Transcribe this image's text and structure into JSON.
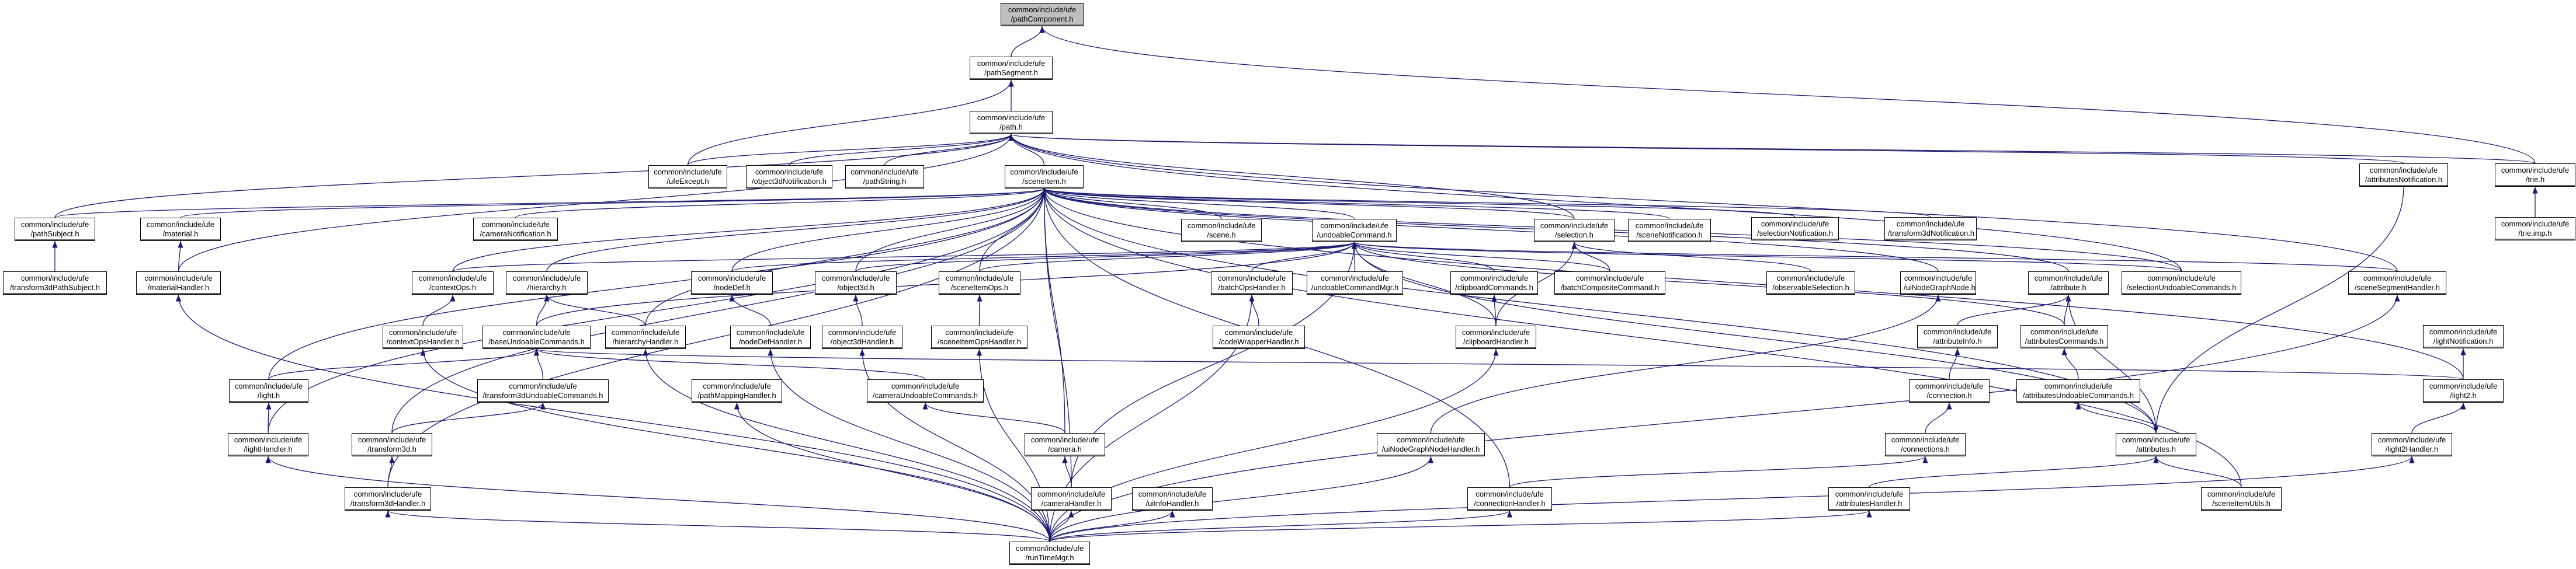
{
  "diagram": {
    "prefix": "common/include/ufe",
    "edge_color": "#191970",
    "root_fill": "#bfbfbf",
    "nodes": [
      {
        "id": "pathComponent",
        "file": "/pathComponent.h",
        "root": true
      },
      {
        "id": "pathSegment",
        "file": "/pathSegment.h"
      },
      {
        "id": "path",
        "file": "/path.h"
      },
      {
        "id": "ufeExcept",
        "file": "/ufeExcept.h"
      },
      {
        "id": "object3dNotification",
        "file": "/object3dNotification.h"
      },
      {
        "id": "pathString",
        "file": "/pathString.h"
      },
      {
        "id": "sceneItem",
        "file": "/sceneItem.h"
      },
      {
        "id": "attributesNotification",
        "file": "/attributesNotification.h"
      },
      {
        "id": "trie",
        "file": "/trie.h"
      },
      {
        "id": "trieImp",
        "file": "/trie.imp.h"
      },
      {
        "id": "pathSubject",
        "file": "/pathSubject.h"
      },
      {
        "id": "material",
        "file": "/material.h"
      },
      {
        "id": "cameraNotification",
        "file": "/cameraNotification.h"
      },
      {
        "id": "scene",
        "file": "/scene.h"
      },
      {
        "id": "undoableCommand",
        "file": "/undoableCommand.h"
      },
      {
        "id": "selection",
        "file": "/selection.h"
      },
      {
        "id": "sceneNotification",
        "file": "/sceneNotification.h"
      },
      {
        "id": "selectionNotification",
        "file": "/selectionNotification.h"
      },
      {
        "id": "transform3dNotification",
        "file": "/transform3dNotification.h"
      },
      {
        "id": "transform3dPathSubject",
        "file": "/transform3dPathSubject.h"
      },
      {
        "id": "materialHandler",
        "file": "/materialHandler.h"
      },
      {
        "id": "contextOps",
        "file": "/contextOps.h"
      },
      {
        "id": "hierarchy",
        "file": "/hierarchy.h"
      },
      {
        "id": "nodeDef",
        "file": "/nodeDef.h"
      },
      {
        "id": "object3d",
        "file": "/object3d.h"
      },
      {
        "id": "sceneItemOps",
        "file": "/sceneItemOps.h"
      },
      {
        "id": "batchOpsHandler",
        "file": "/batchOpsHandler.h"
      },
      {
        "id": "undoableCommandMgr",
        "file": "/undoableCommandMgr.h"
      },
      {
        "id": "clipboardCommands",
        "file": "/clipboardCommands.h"
      },
      {
        "id": "batchCompositeCommand",
        "file": "/batchCompositeCommand.h"
      },
      {
        "id": "observableSelection",
        "file": "/observableSelection.h"
      },
      {
        "id": "uiNodeGraphNode",
        "file": "/uiNodeGraphNode.h"
      },
      {
        "id": "attribute",
        "file": "/attribute.h"
      },
      {
        "id": "selectionUndoableCommands",
        "file": "/selectionUndoableCommands.h"
      },
      {
        "id": "sceneSegmentHandler",
        "file": "/sceneSegmentHandler.h"
      },
      {
        "id": "contextOpsHandler",
        "file": "/contextOpsHandler.h"
      },
      {
        "id": "baseUndoableCommands",
        "file": "/baseUndoableCommands.h"
      },
      {
        "id": "hierarchyHandler",
        "file": "/hierarchyHandler.h"
      },
      {
        "id": "nodeDefHandler",
        "file": "/nodeDefHandler.h"
      },
      {
        "id": "object3dHandler",
        "file": "/object3dHandler.h"
      },
      {
        "id": "sceneItemOpsHandler",
        "file": "/sceneItemOpsHandler.h"
      },
      {
        "id": "codeWrapperHandler",
        "file": "/codeWrapperHandler.h"
      },
      {
        "id": "clipboardHandler",
        "file": "/clipboardHandler.h"
      },
      {
        "id": "attributeInfo",
        "file": "/attributeInfo.h"
      },
      {
        "id": "attributesCommands",
        "file": "/attributesCommands.h"
      },
      {
        "id": "lightNotification",
        "file": "/lightNotification.h"
      },
      {
        "id": "light",
        "file": "/light.h"
      },
      {
        "id": "transform3dUndoableCommands",
        "file": "/transform3dUndoableCommands.h"
      },
      {
        "id": "pathMappingHandler",
        "file": "/pathMappingHandler.h"
      },
      {
        "id": "cameraUndoableCommands",
        "file": "/cameraUndoableCommands.h"
      },
      {
        "id": "connection",
        "file": "/connection.h"
      },
      {
        "id": "attributesUndoableCommands",
        "file": "/attributesUndoableCommands.h"
      },
      {
        "id": "light2",
        "file": "/light2.h"
      },
      {
        "id": "lightHandler",
        "file": "/lightHandler.h"
      },
      {
        "id": "transform3d",
        "file": "/transform3d.h"
      },
      {
        "id": "camera",
        "file": "/camera.h"
      },
      {
        "id": "connections",
        "file": "/connections.h"
      },
      {
        "id": "attributes",
        "file": "/attributes.h"
      },
      {
        "id": "light2Handler",
        "file": "/light2Handler.h"
      },
      {
        "id": "transform3dHandler",
        "file": "/transform3dHandler.h"
      },
      {
        "id": "cameraHandler",
        "file": "/cameraHandler.h"
      },
      {
        "id": "uiInfoHandler",
        "file": "/uiInfoHandler.h"
      },
      {
        "id": "uiNodeGraphNodeHandler",
        "file": "/uiNodeGraphNodeHandler.h"
      },
      {
        "id": "connectionHandler",
        "file": "/connectionHandler.h"
      },
      {
        "id": "attributesHandler",
        "file": "/attributesHandler.h"
      },
      {
        "id": "sceneItemUtils",
        "file": "/sceneItemUtils.h"
      },
      {
        "id": "runTimeMgr",
        "file": "/runTimeMgr.h"
      }
    ],
    "edges": [
      [
        "pathSegment",
        "pathComponent"
      ],
      [
        "trie",
        "pathComponent"
      ],
      [
        "path",
        "pathSegment"
      ],
      [
        "ufeExcept",
        "pathSegment"
      ],
      [
        "ufeExcept",
        "path"
      ],
      [
        "object3dNotification",
        "path"
      ],
      [
        "pathString",
        "path"
      ],
      [
        "sceneItem",
        "path"
      ],
      [
        "attributesNotification",
        "path"
      ],
      [
        "trie",
        "path"
      ],
      [
        "pathSubject",
        "path"
      ],
      [
        "materialHandler",
        "path"
      ],
      [
        "selection",
        "path"
      ],
      [
        "sceneSegmentHandler",
        "path"
      ],
      [
        "selectionUndoableCommands",
        "path"
      ],
      [
        "trieImp",
        "trie"
      ],
      [
        "pathSubject",
        "sceneItem"
      ],
      [
        "material",
        "sceneItem"
      ],
      [
        "cameraNotification",
        "sceneItem"
      ],
      [
        "scene",
        "sceneItem"
      ],
      [
        "undoableCommand",
        "sceneItem"
      ],
      [
        "selection",
        "sceneItem"
      ],
      [
        "sceneNotification",
        "sceneItem"
      ],
      [
        "selectionNotification",
        "sceneItem"
      ],
      [
        "transform3dNotification",
        "sceneItem"
      ],
      [
        "contextOps",
        "sceneItem"
      ],
      [
        "hierarchy",
        "sceneItem"
      ],
      [
        "nodeDef",
        "sceneItem"
      ],
      [
        "object3d",
        "sceneItem"
      ],
      [
        "sceneItemOps",
        "sceneItem"
      ],
      [
        "uiNodeGraphNode",
        "sceneItem"
      ],
      [
        "attribute",
        "sceneItem"
      ],
      [
        "selectionUndoableCommands",
        "sceneItem"
      ],
      [
        "light",
        "sceneItem"
      ],
      [
        "camera",
        "sceneItem"
      ],
      [
        "transform3d",
        "sceneItem"
      ],
      [
        "attributes",
        "sceneItem"
      ],
      [
        "light2",
        "sceneItem"
      ],
      [
        "lightHandler",
        "sceneItem"
      ],
      [
        "cameraHandler",
        "sceneItem"
      ],
      [
        "sceneItemUtils",
        "sceneItem"
      ],
      [
        "transform3dHandler",
        "sceneItem"
      ],
      [
        "hierarchyHandler",
        "sceneItem"
      ],
      [
        "connectionHandler",
        "sceneItem"
      ],
      [
        "transform3dPathSubject",
        "pathSubject"
      ],
      [
        "materialHandler",
        "material"
      ],
      [
        "batchOpsHandler",
        "undoableCommand"
      ],
      [
        "undoableCommandMgr",
        "undoableCommand"
      ],
      [
        "clipboardCommands",
        "undoableCommand"
      ],
      [
        "batchCompositeCommand",
        "undoableCommand"
      ],
      [
        "contextOps",
        "undoableCommand"
      ],
      [
        "nodeDef",
        "undoableCommand"
      ],
      [
        "object3d",
        "undoableCommand"
      ],
      [
        "sceneItemOps",
        "undoableCommand"
      ],
      [
        "baseUndoableCommands",
        "undoableCommand"
      ],
      [
        "attributesCommands",
        "undoableCommand"
      ],
      [
        "selectionUndoableCommands",
        "undoableCommand"
      ],
      [
        "clipboardHandler",
        "undoableCommand"
      ],
      [
        "sceneSegmentHandler",
        "undoableCommand"
      ],
      [
        "attributes",
        "undoableCommand"
      ],
      [
        "cameraHandler",
        "undoableCommand"
      ],
      [
        "batchCompositeCommand",
        "selection"
      ],
      [
        "observableSelection",
        "selection"
      ],
      [
        "clipboardHandler",
        "selection"
      ],
      [
        "contextOpsHandler",
        "contextOps"
      ],
      [
        "hierarchyHandler",
        "hierarchy"
      ],
      [
        "baseUndoableCommands",
        "hierarchy"
      ],
      [
        "nodeDefHandler",
        "nodeDef"
      ],
      [
        "object3dHandler",
        "object3d"
      ],
      [
        "sceneItemOpsHandler",
        "sceneItemOps"
      ],
      [
        "codeWrapperHandler",
        "batchOpsHandler"
      ],
      [
        "runTimeMgr",
        "batchOpsHandler"
      ],
      [
        "clipboardHandler",
        "clipboardCommands"
      ],
      [
        "attributeInfo",
        "attribute"
      ],
      [
        "attributesCommands",
        "attribute"
      ],
      [
        "attributes",
        "attribute"
      ],
      [
        "attributesUndoableCommands",
        "attributesCommands"
      ],
      [
        "light",
        "baseUndoableCommands"
      ],
      [
        "transform3dUndoableCommands",
        "baseUndoableCommands"
      ],
      [
        "cameraUndoableCommands",
        "baseUndoableCommands"
      ],
      [
        "light2",
        "baseUndoableCommands"
      ],
      [
        "connection",
        "attributeInfo"
      ],
      [
        "light2",
        "lightNotification"
      ],
      [
        "lightHandler",
        "light"
      ],
      [
        "transform3d",
        "transform3dUndoableCommands"
      ],
      [
        "camera",
        "cameraUndoableCommands"
      ],
      [
        "connections",
        "connection"
      ],
      [
        "attributes",
        "attributesUndoableCommands"
      ],
      [
        "light2Handler",
        "light2"
      ],
      [
        "transform3dHandler",
        "transform3d"
      ],
      [
        "cameraHandler",
        "camera"
      ],
      [
        "connectionHandler",
        "connections"
      ],
      [
        "attributesHandler",
        "attributes"
      ],
      [
        "sceneItemUtils",
        "attributes"
      ],
      [
        "attributesNotification",
        "attributes"
      ],
      [
        "uiNodeGraphNodeHandler",
        "uiNodeGraphNode"
      ],
      [
        "runTimeMgr",
        "materialHandler"
      ],
      [
        "runTimeMgr",
        "lightHandler"
      ],
      [
        "runTimeMgr",
        "transform3dHandler"
      ],
      [
        "runTimeMgr",
        "contextOpsHandler"
      ],
      [
        "runTimeMgr",
        "hierarchyHandler"
      ],
      [
        "runTimeMgr",
        "nodeDefHandler"
      ],
      [
        "runTimeMgr",
        "object3dHandler"
      ],
      [
        "runTimeMgr",
        "sceneItemOpsHandler"
      ],
      [
        "runTimeMgr",
        "pathMappingHandler"
      ],
      [
        "runTimeMgr",
        "cameraHandler"
      ],
      [
        "runTimeMgr",
        "uiInfoHandler"
      ],
      [
        "runTimeMgr",
        "uiNodeGraphNodeHandler"
      ],
      [
        "runTimeMgr",
        "connectionHandler"
      ],
      [
        "runTimeMgr",
        "attributesHandler"
      ],
      [
        "runTimeMgr",
        "clipboardHandler"
      ],
      [
        "runTimeMgr",
        "sceneSegmentHandler"
      ],
      [
        "runTimeMgr",
        "light2Handler"
      ]
    ]
  }
}
